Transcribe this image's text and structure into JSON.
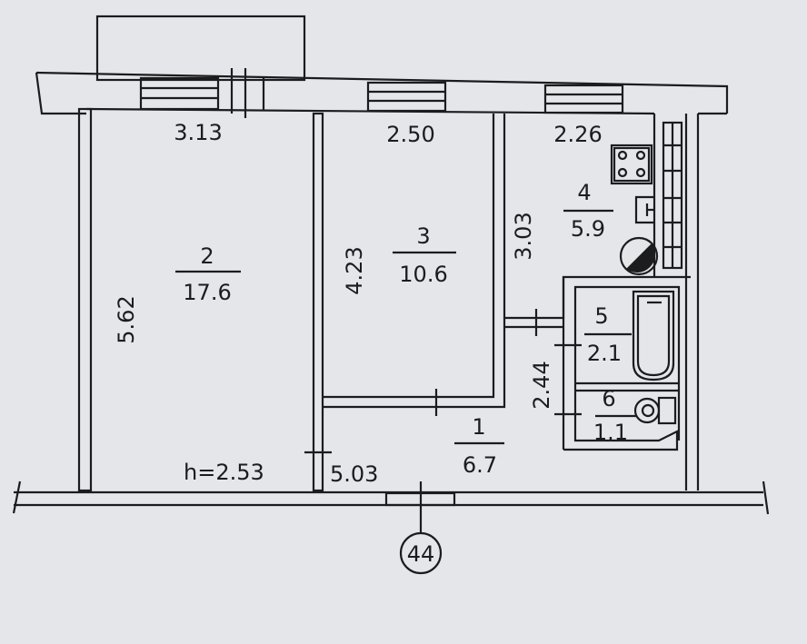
{
  "rooms": [
    {
      "number": "1",
      "area": "6.7"
    },
    {
      "number": "2",
      "area": "17.6"
    },
    {
      "number": "3",
      "area": "10.6"
    },
    {
      "number": "4",
      "area": "5.9"
    },
    {
      "number": "5",
      "area": "2.1"
    },
    {
      "number": "6",
      "area": "1.1"
    }
  ],
  "dimensions": {
    "room2_width": "3.13",
    "room3_width": "2.50",
    "room4_width": "2.26",
    "room2_length": "5.62",
    "room3_length": "4.23",
    "room4_length": "3.03",
    "bath_length": "2.44",
    "hall_length": "5.03",
    "ceiling_height": "h=2.53"
  },
  "axis_marker": "44"
}
